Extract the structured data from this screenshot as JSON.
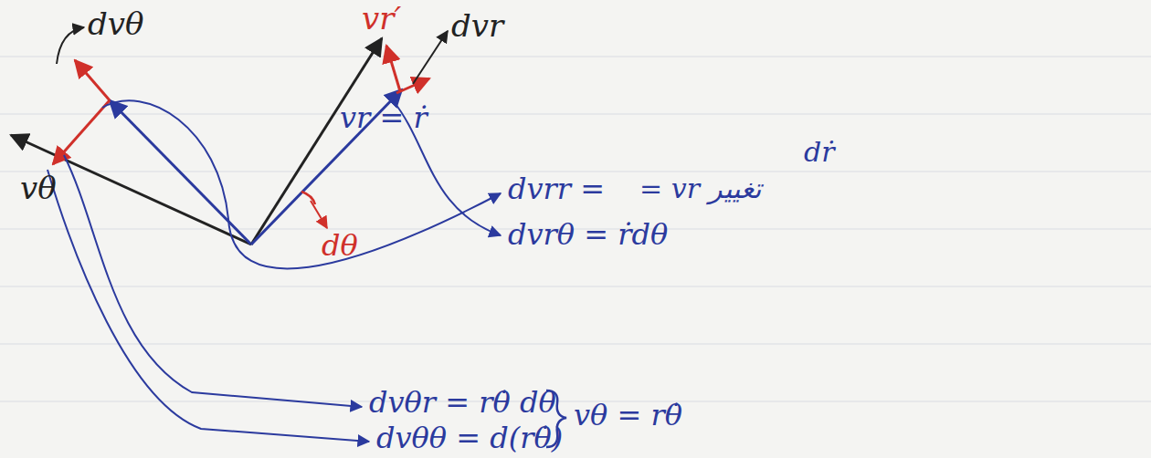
{
  "diagram": {
    "nodes": [],
    "edges": [],
    "labels": [
      "dvθ",
      "vθ",
      "vr′",
      "dvr",
      "vr = ṙ",
      "dθ",
      "dvrr =",
      "تغییر vr =",
      "dṙ",
      "dvrθ = ṙdθ",
      "dvθr = rθ̇ dθ",
      "dvθθ = d(rθ̇)",
      "vθ = rθ̇"
    ]
  }
}
